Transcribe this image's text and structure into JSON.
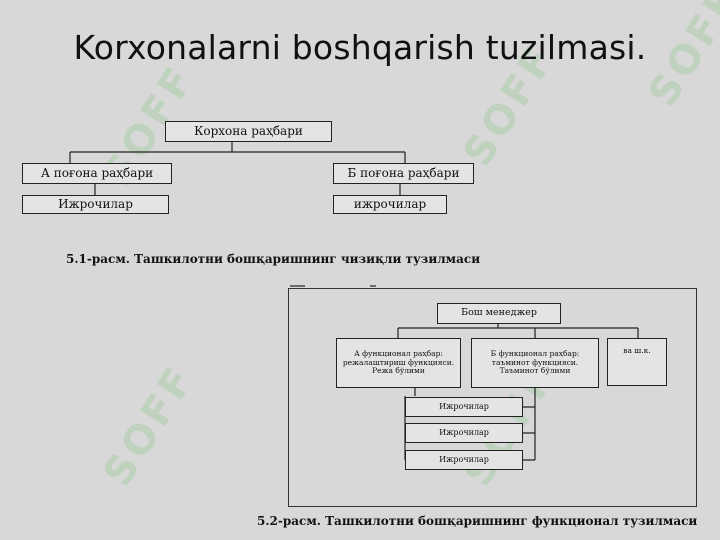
{
  "slide": {
    "title": "Korxonalarni boshqarish tuzilmasi.",
    "watermark": "SOFF"
  },
  "diagram1": {
    "head": "Корхона раҳбари",
    "left_manager": "А поғона раҳбари",
    "right_manager": "Б поғона раҳбари",
    "left_workers": "Ижрочилар",
    "right_workers": "ижрочилар",
    "caption": "5.1-расм. Ташкилотни бошқаришнинг чизиқли тузилмаси"
  },
  "diagram2": {
    "head": "Бош менеджер",
    "func_a_lines": [
      "А функционал раҳбар:",
      "режалаштириш функцияси.",
      "Режа бўлими"
    ],
    "func_b_lines": [
      "Б функционал раҳбар:",
      "таъминот функцияси.",
      "Таъминот бўлими"
    ],
    "etc": "ва ш.к.",
    "workers": [
      "Ижрочилар",
      "Ижрочилар",
      "Ижрочилар"
    ],
    "caption": "5.2-расм. Ташкилотни бошқаришнинг функционал тузилмаси"
  },
  "colors": {
    "background": "#d8d8d8",
    "watermark": "#aacdaa",
    "lines": "#222222"
  }
}
